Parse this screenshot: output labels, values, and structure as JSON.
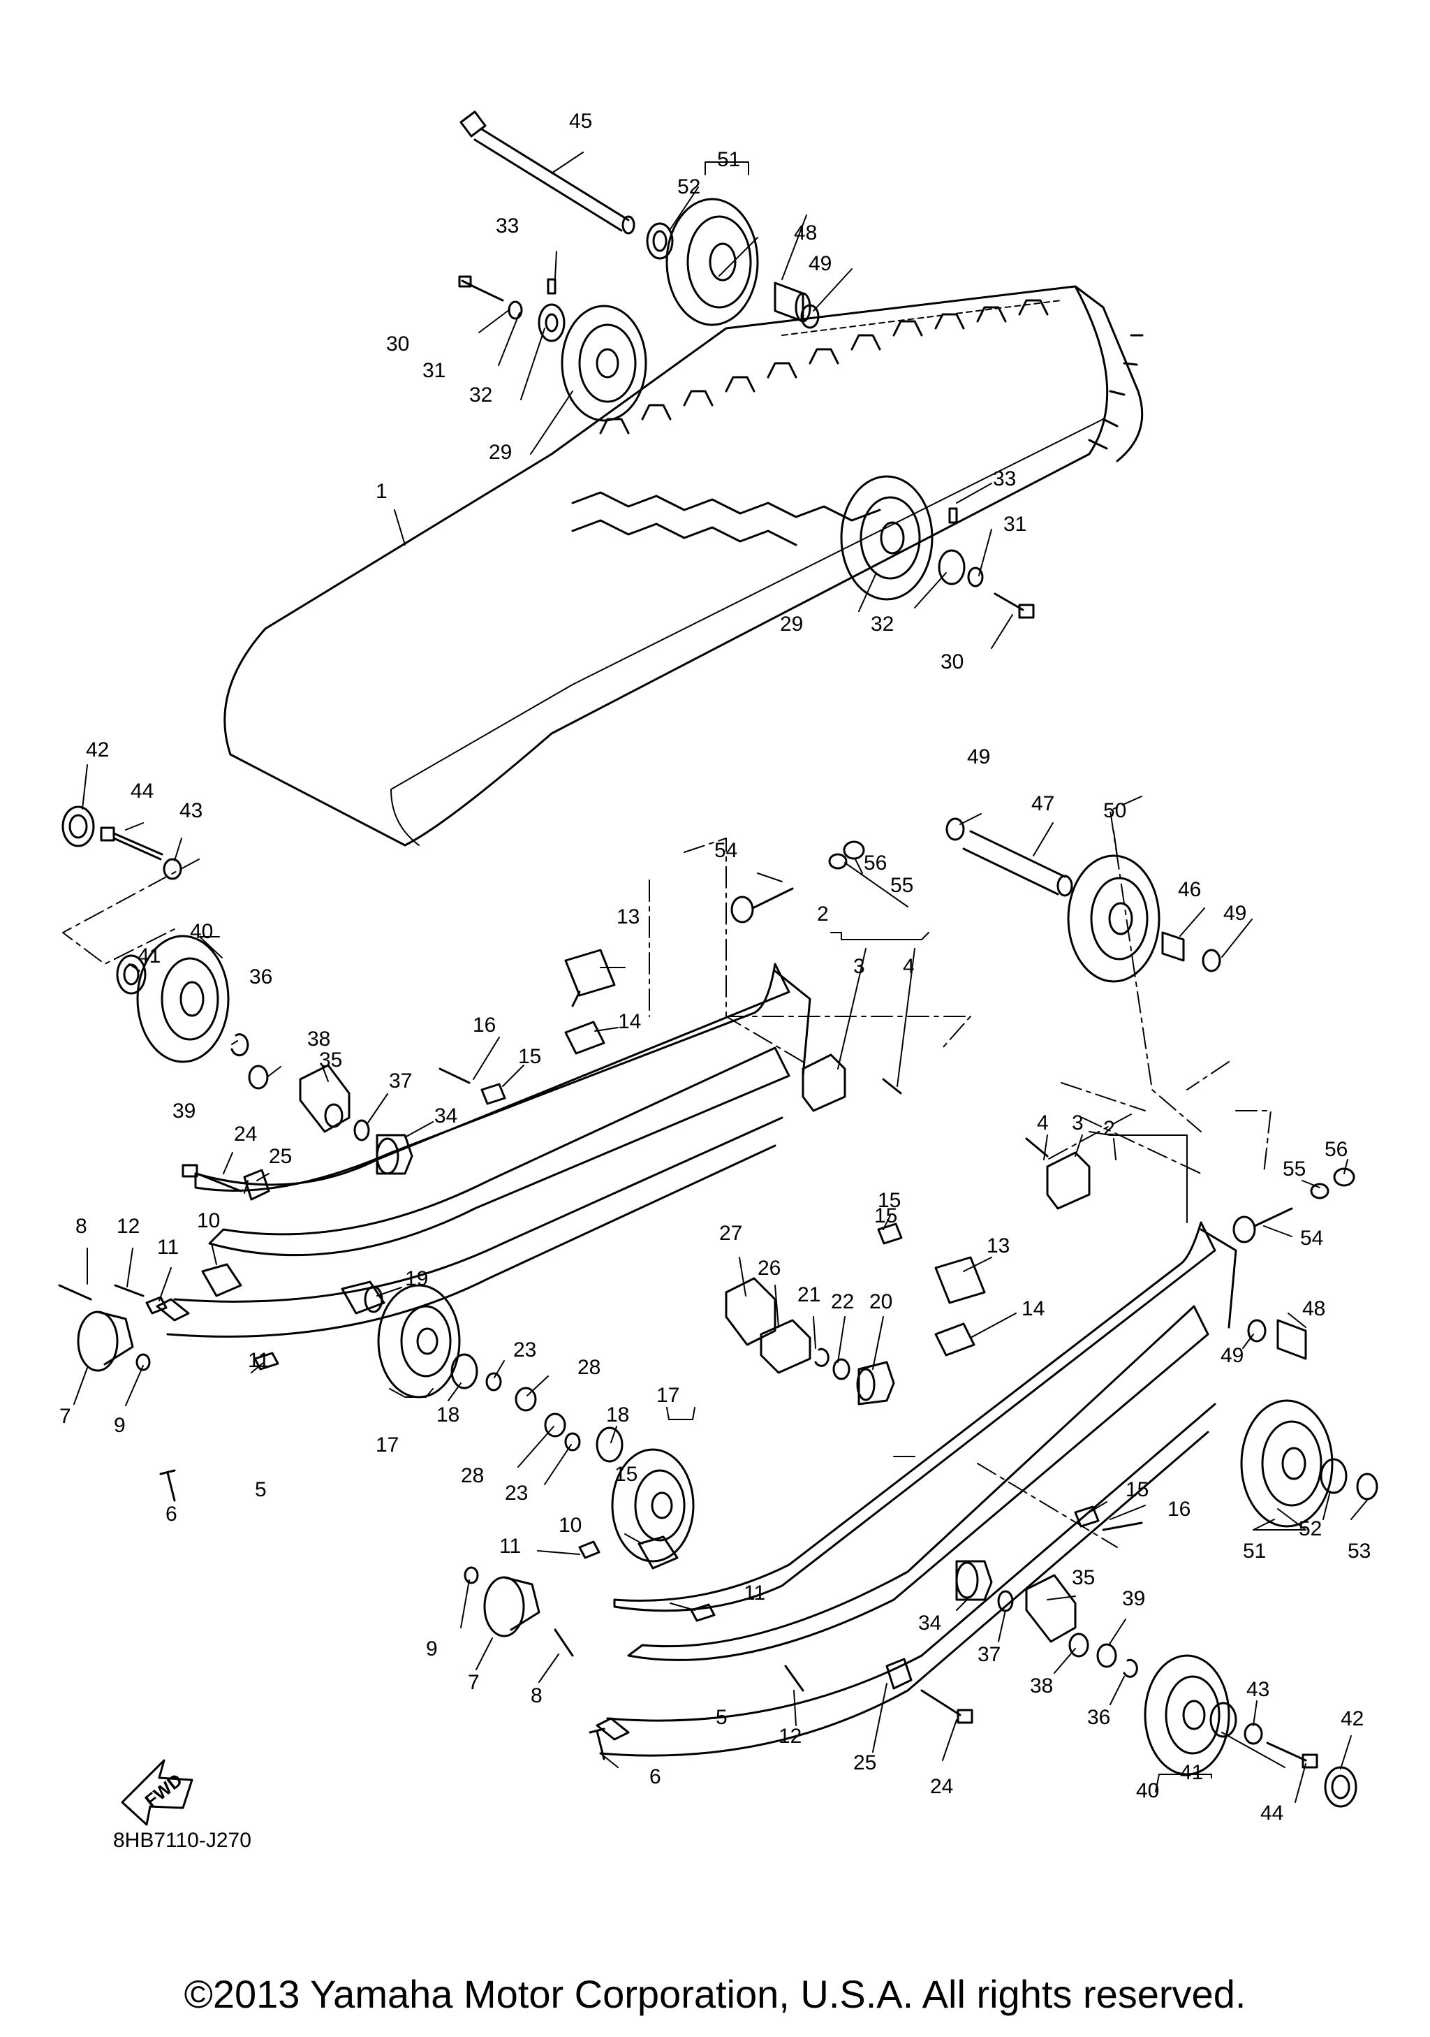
{
  "diagram": {
    "drawing_code": "8HB7110-J270",
    "fwd_label": "FWD",
    "copyright": "©2013 Yamaha Motor Corporation, U.S.A. All rights reserved.",
    "callouts": [
      "45",
      "51",
      "52",
      "48",
      "49",
      "33",
      "30",
      "31",
      "32",
      "29",
      "1",
      "33",
      "31",
      "29",
      "32",
      "30",
      "42",
      "44",
      "43",
      "40",
      "41",
      "36",
      "38",
      "39",
      "35",
      "37",
      "34",
      "16",
      "15",
      "13",
      "14",
      "49",
      "47",
      "50",
      "54",
      "56",
      "55",
      "2",
      "3",
      "4",
      "46",
      "49",
      "24",
      "25",
      "8",
      "12",
      "11",
      "10",
      "19",
      "7",
      "9",
      "11",
      "5",
      "6",
      "27",
      "26",
      "21",
      "22",
      "20",
      "17",
      "18",
      "23",
      "28",
      "28",
      "23",
      "15",
      "15",
      "2",
      "4",
      "3",
      "55",
      "56",
      "54",
      "15",
      "13",
      "14",
      "48",
      "49",
      "17",
      "18",
      "10",
      "11",
      "11",
      "9",
      "7",
      "8",
      "5",
      "6",
      "12",
      "25",
      "24",
      "34",
      "37",
      "35",
      "38",
      "39",
      "36",
      "40",
      "41",
      "43",
      "42",
      "44",
      "15",
      "16",
      "51",
      "52",
      "53"
    ]
  }
}
